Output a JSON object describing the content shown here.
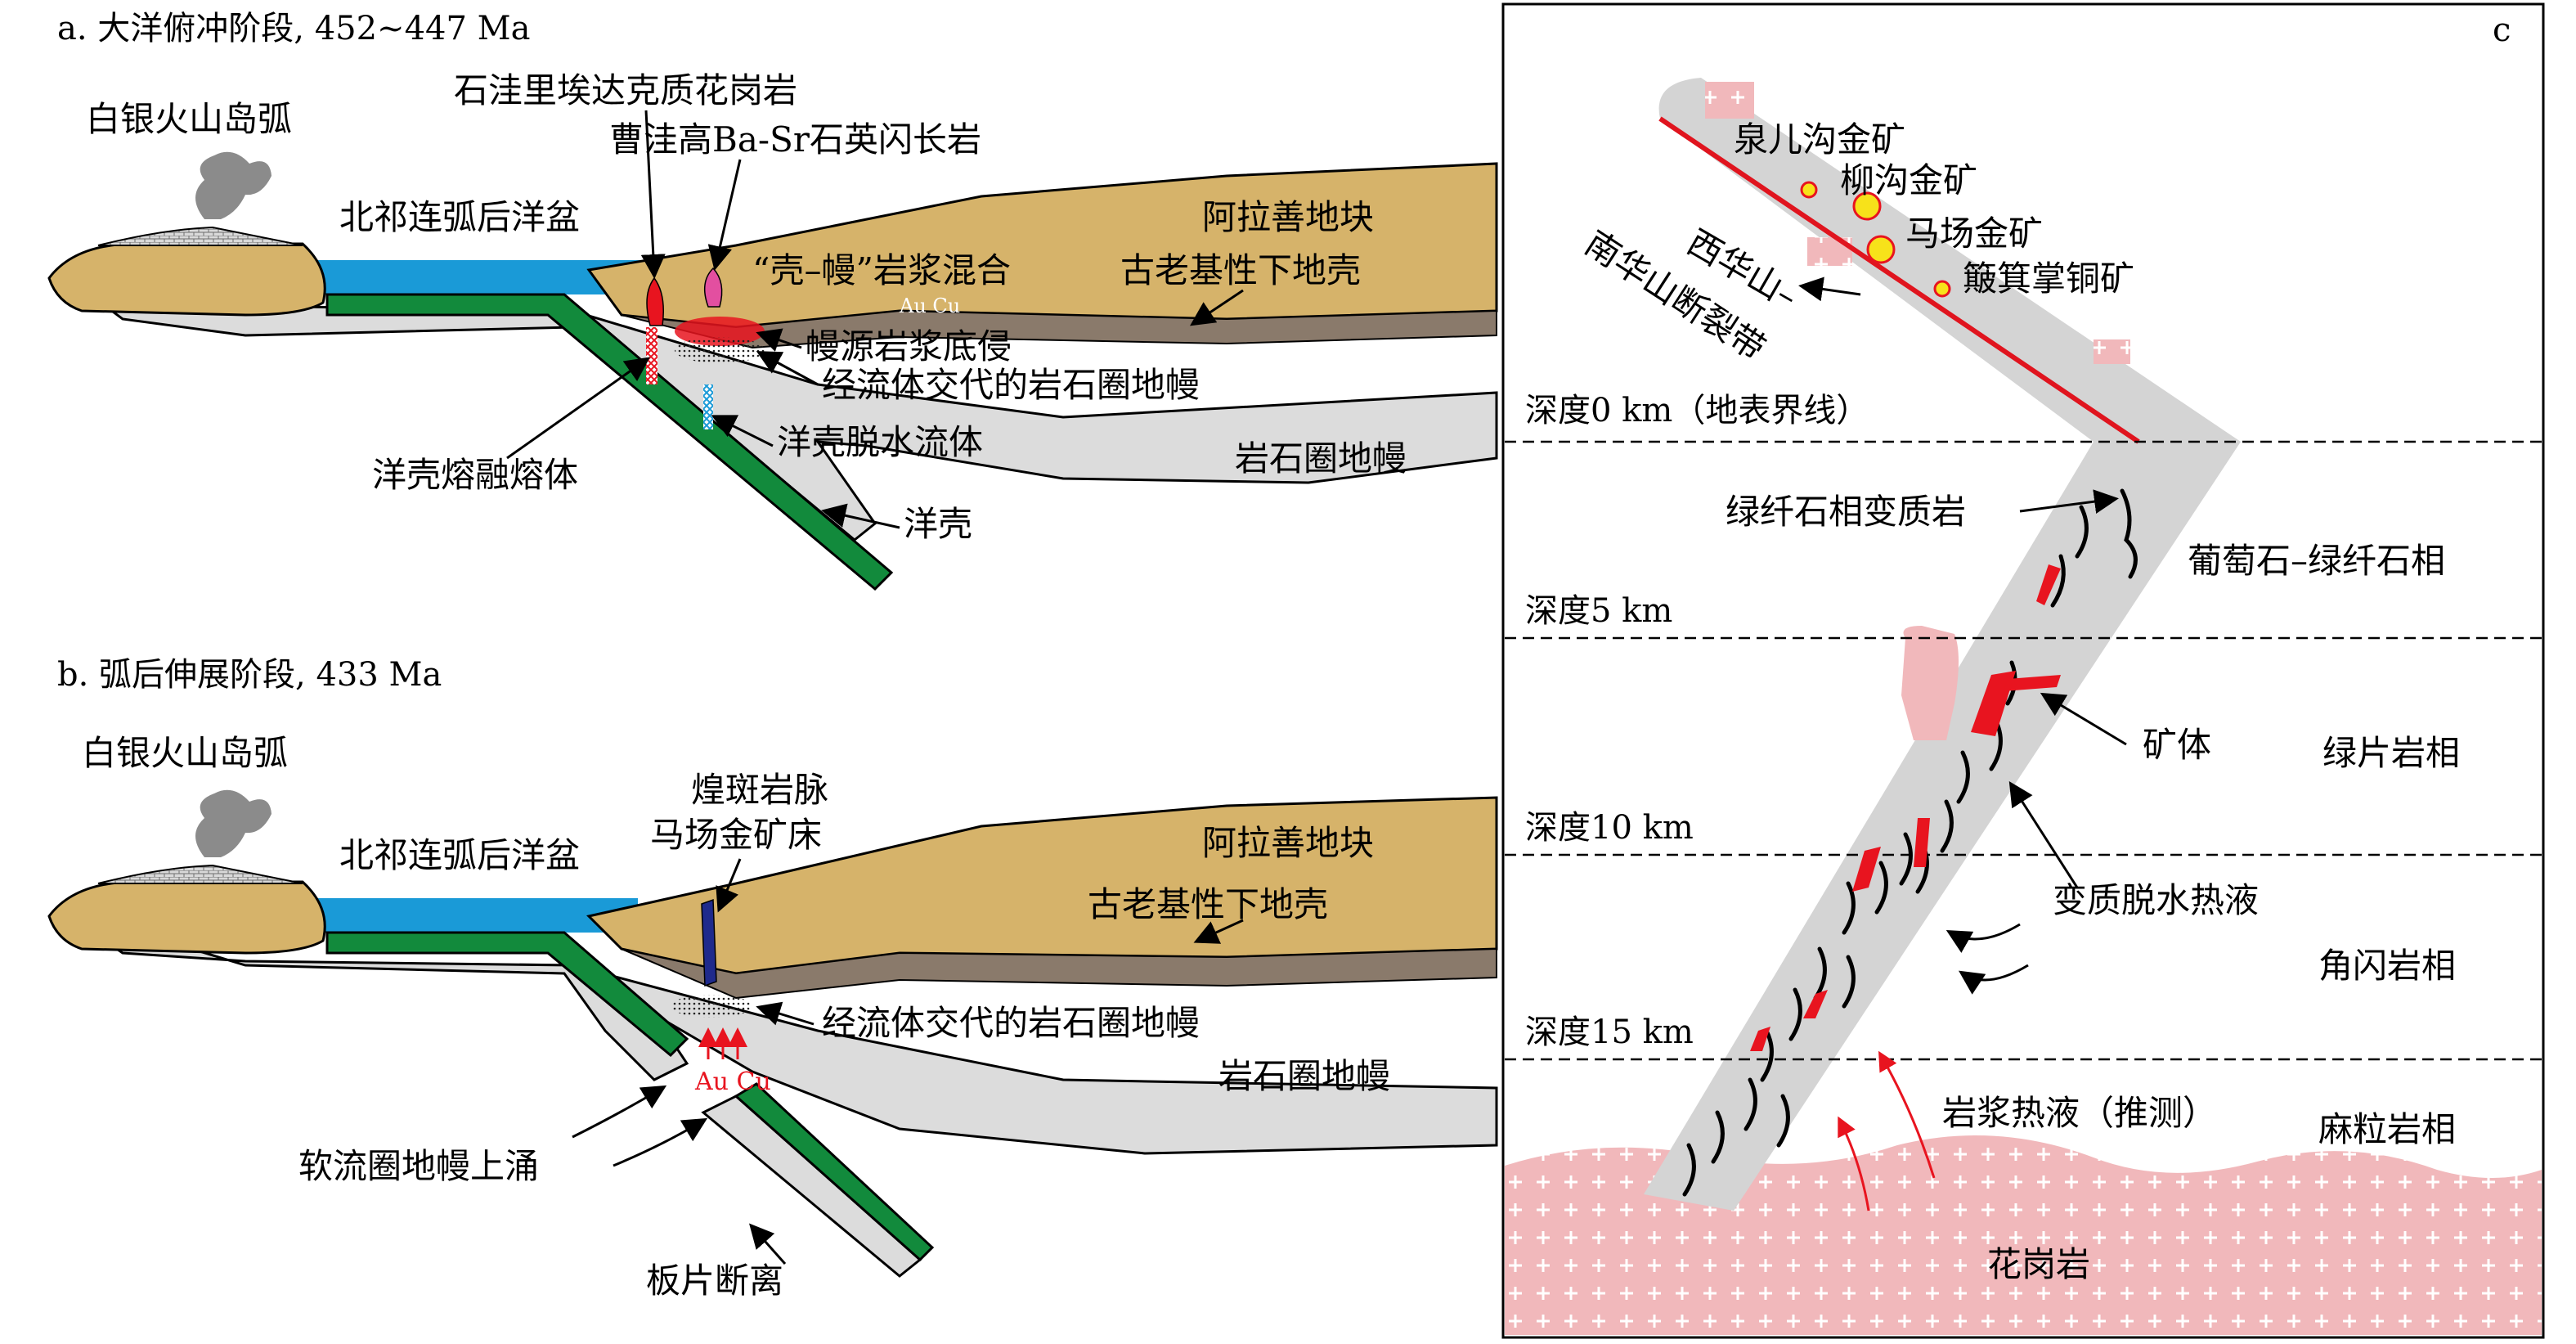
{
  "panel_a": {
    "title": "a. 大洋俯冲阶段, 452~447 Ma",
    "volcanic_arc": "白银火山岛弧",
    "backarc_basin": "北祁连弧后洋盆",
    "granite_label": "石洼里埃达克质花岗岩",
    "tonalite_label": "曹洼高Ba-Sr石英闪长岩",
    "block": "阿拉善地块",
    "lower_crust": "古老基性下地壳",
    "mixing": "“壳–幔”岩浆混合",
    "au_cu": "Au  Cu",
    "underplating": "幔源岩浆底侵",
    "metasomatized": "经流体交代的岩石圈地幔",
    "oceanic_melt": "洋壳熔融熔体",
    "dehydration_fluid": "洋壳脱水流体",
    "lithospheric_mantle": "岩石圈地幔",
    "oceanic_crust": "洋壳"
  },
  "panel_b": {
    "title": "b. 弧后伸展阶段, 433 Ma",
    "volcanic_arc": "白银火山岛弧",
    "backarc_basin": "北祁连弧后洋盆",
    "lamprophyre": "煌斑岩脉",
    "deposit": "马场金矿床",
    "block": "阿拉善地块",
    "lower_crust": "古老基性下地壳",
    "metasomatized": "经流体交代的岩石圈地幔",
    "au_cu": "Au Cu",
    "lithospheric_mantle": "岩石圈地幔",
    "upwelling": "软流圈地幔上涌",
    "slab_breakoff": "板片断离"
  },
  "panel_c": {
    "label": "c",
    "deposit_1": "泉儿沟金矿",
    "deposit_2": "柳沟金矿",
    "deposit_3": "马场金矿",
    "deposit_4": "簸箕掌铜矿",
    "fault_line1": "西华山–",
    "fault_line2": "南华山断裂带",
    "depth_0": "深度0 km（地表界线）",
    "depth_5": "深度5 km",
    "depth_10": "深度10 km",
    "depth_15": "深度15 km",
    "greenschist_rock": "绿纤石相变质岩",
    "facies_1": "葡萄石–绿纤石相",
    "facies_2": "绿片岩相",
    "facies_3": "角闪岩相",
    "facies_4": "麻粒岩相",
    "orebody": "矿体",
    "metamorphic_fluid": "变质脱水热液",
    "magmatic_fluid": "岩浆热液（推测）",
    "granite": "花岗岩"
  },
  "colors": {
    "ocean": "#1a9ad7",
    "crust_tan": "#d6b36a",
    "lower_crust": "#8a7a6b",
    "mantle_gray": "#dcdcdc",
    "oceanic_crust_green": "#128a3c",
    "magma_red": "#e8141f",
    "magma_pink": "#e34fa0",
    "granite_pink": "#f1b8bb",
    "gold_yellow": "#f7e21a",
    "lamprophyre_blue": "#1f2a8c",
    "fault_red": "#e0141e"
  }
}
